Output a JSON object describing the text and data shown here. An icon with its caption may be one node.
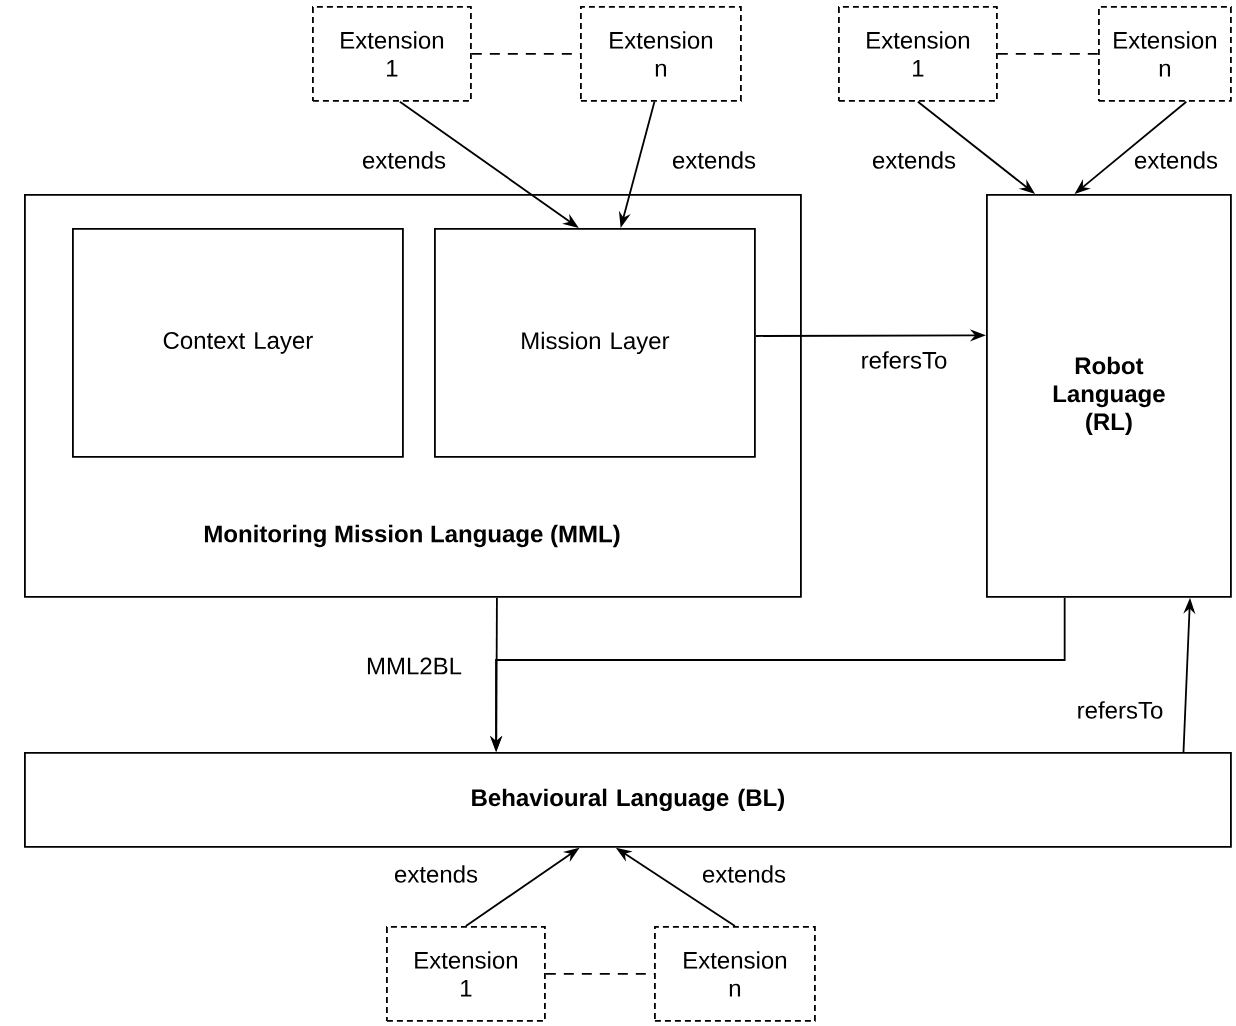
{
  "diagram": {
    "nodes": [
      {
        "text": [
          "Monitoring Mission Language (MML)"
        ]
      },
      {
        "text": [
          "Context Layer"
        ],
        "in": 0
      },
      {
        "text": [
          "Mission Layer"
        ],
        "in": 0
      },
      {
        "text": [
          "Robot Language (RL)"
        ]
      },
      {
        "text": [
          "Behavioural Language (BL)"
        ]
      },
      {
        "text": [
          "Extension 1"
        ]
      },
      {
        "text": [
          "Extension n"
        ]
      },
      {
        "text": [
          "Extension 1"
        ]
      },
      {
        "text": [
          "Extension n"
        ]
      },
      {
        "text": [
          "Extension 1"
        ]
      },
      {
        "text": [
          "Extension n"
        ]
      }
    ],
    "edges": [
      {
        "from": 5,
        "to": 2,
        "arrow": "to",
        "label": "extends"
      },
      {
        "from": 6,
        "to": 2,
        "arrow": "to",
        "label": "extends"
      },
      {
        "from": 5,
        "to": 6,
        "arrow": "none",
        "style": "dashed"
      },
      {
        "from": 7,
        "to": 3,
        "arrow": "to",
        "label": "extends"
      },
      {
        "from": 8,
        "to": 3,
        "arrow": "to",
        "label": "extends"
      },
      {
        "from": 7,
        "to": 8,
        "arrow": "none",
        "style": "dashed"
      },
      {
        "from": 2,
        "to": 3,
        "arrow": "to",
        "label": "refersTo"
      },
      {
        "from": 0,
        "to": 4,
        "arrow": "to",
        "label": "MML2BL"
      },
      {
        "from": 3,
        "to": 4,
        "arrow": "to"
      },
      {
        "from": 4,
        "to": 3,
        "arrow": "to",
        "label": "refersTo"
      },
      {
        "from": 9,
        "to": 4,
        "arrow": "to",
        "label": "extends"
      },
      {
        "from": 10,
        "to": 4,
        "arrow": "to",
        "label": "extends"
      },
      {
        "from": 9,
        "to": 10,
        "arrow": "none",
        "style": "dashed"
      }
    ]
  }
}
